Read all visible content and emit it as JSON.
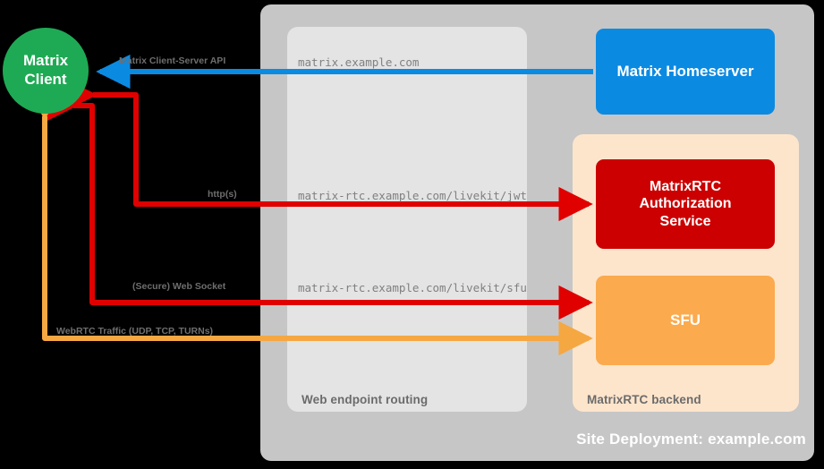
{
  "diagram": {
    "title": "Site Deployment: example.com",
    "panels": [
      {
        "id": "web",
        "label": "Web endpoint routing",
        "color": "#e4e4e4"
      },
      {
        "id": "backend",
        "label": "MatrixRTC backend",
        "color": "#fde5cc"
      },
      {
        "id": "site",
        "label": "Site Deployment: example.com",
        "color": "#c6c6c6"
      }
    ],
    "nodes": [
      {
        "id": "client",
        "label": "Matrix\nClient",
        "line1": "Matrix",
        "line2": "Client",
        "color": "#1eaa54",
        "shape": "circle"
      },
      {
        "id": "homeserver",
        "label": "Matrix Homeserver",
        "color": "#0b8ae2",
        "shape": "rounded-rect"
      },
      {
        "id": "auth",
        "line1": "MatrixRTC",
        "line2": "Authorization",
        "line3": "Service",
        "color": "#cc0000",
        "shape": "rounded-rect"
      },
      {
        "id": "sfu",
        "label": "SFU",
        "color": "#fbaa4d",
        "shape": "rounded-rect"
      }
    ],
    "edges": [
      {
        "id": "csapi",
        "label": "Matrix Client-Server API",
        "endpoint": "matrix.example.com",
        "color": "#0b8ae2",
        "from": "homeserver",
        "to": "client"
      },
      {
        "id": "jwt",
        "label": "http(s)",
        "endpoint": "matrix-rtc.example.com/livekit/jwt",
        "color": "#e00000",
        "from": "client",
        "to": "auth"
      },
      {
        "id": "ws",
        "label": "(Secure) Web Socket",
        "endpoint": "matrix-rtc.example.com/livekit/sfu",
        "color": "#e00000",
        "from": "client",
        "to": "sfu"
      },
      {
        "id": "webrtc",
        "label": "WebRTC Traffic (UDP, TCP, TURNs)",
        "endpoint": "",
        "color": "#f5a742",
        "from": "client",
        "to": "sfu"
      }
    ]
  }
}
